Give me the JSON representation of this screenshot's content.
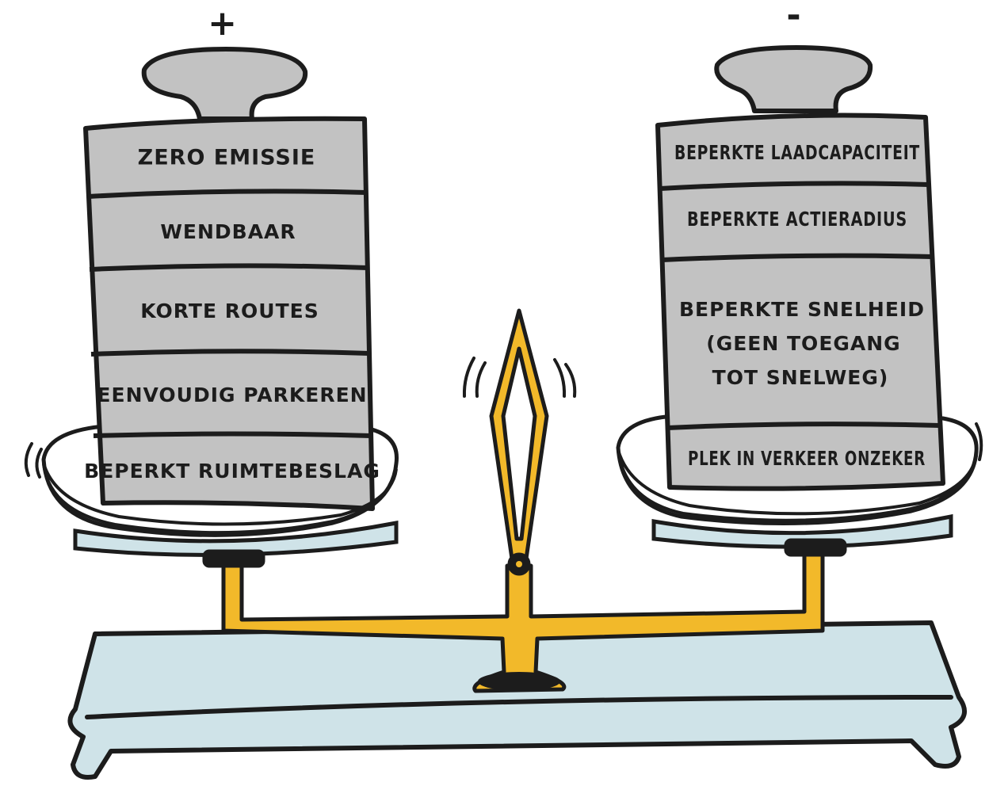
{
  "signs": {
    "plus": "+",
    "minus": "-"
  },
  "colors": {
    "weight": "#c2c2c2",
    "outline": "#1c1c1c",
    "base": "#cfe3e8",
    "brass": "#f2b92a",
    "pan": "#ffffff"
  },
  "left_weight": {
    "items": [
      "ZERO EMISSIE",
      "WENDBAAR",
      "KORTE ROUTES",
      "EENVOUDIG PARKEREN",
      "BEPERKT RUIMTEBESLAG"
    ]
  },
  "right_weight": {
    "items": [
      "BEPERKTE LAADCAPACITEIT",
      "BEPERKTE ACTIERADIUS",
      [
        "BEPERKTE SNELHEID",
        "(GEEN TOEGANG",
        "TOT SNELWEG)"
      ],
      "PLEK IN VERKEER ONZEKER"
    ]
  }
}
